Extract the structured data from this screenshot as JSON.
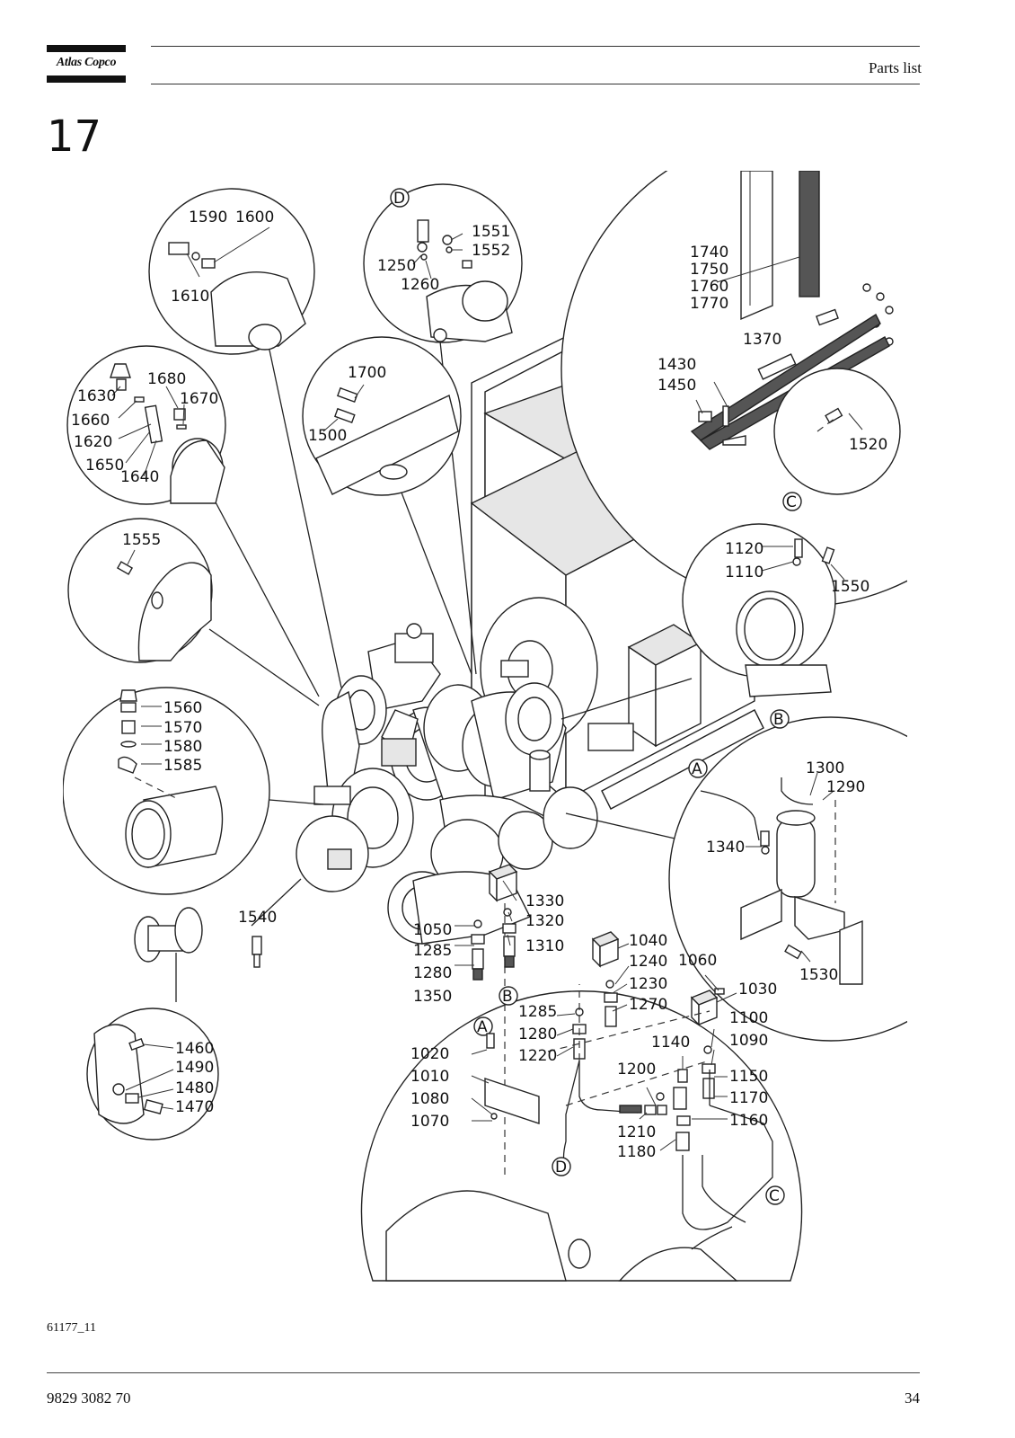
{
  "header": {
    "logo_text": "Atlas Copco",
    "title": "Parts list"
  },
  "section_number": "17",
  "drawing": {
    "figure_code": "61177_11",
    "connector_letters": [
      "A",
      "B",
      "C",
      "D"
    ],
    "part_labels": [
      "1590",
      "1600",
      "1610",
      "1551",
      "1552",
      "1250",
      "1260",
      "1740",
      "1750",
      "1760",
      "1770",
      "1370",
      "1430",
      "1450",
      "1520",
      "1630",
      "1680",
      "1670",
      "1660",
      "1620",
      "1650",
      "1640",
      "1700",
      "1500",
      "1555",
      "1120",
      "1110",
      "1550",
      "1560",
      "1570",
      "1580",
      "1585",
      "1300",
      "1290",
      "1340",
      "1530",
      "1540",
      "1330",
      "1320",
      "1310",
      "1050",
      "1285",
      "1280",
      "1350",
      "1040",
      "1240",
      "1230",
      "1270",
      "1060",
      "1030",
      "1285",
      "1280",
      "1220",
      "1100",
      "1090",
      "1140",
      "1150",
      "1170",
      "1160",
      "1020",
      "1010",
      "1080",
      "1070",
      "1200",
      "1210",
      "1180",
      "1460",
      "1490",
      "1480",
      "1470"
    ]
  },
  "footer": {
    "document_number": "9829 3082 70",
    "page_number": "34"
  }
}
